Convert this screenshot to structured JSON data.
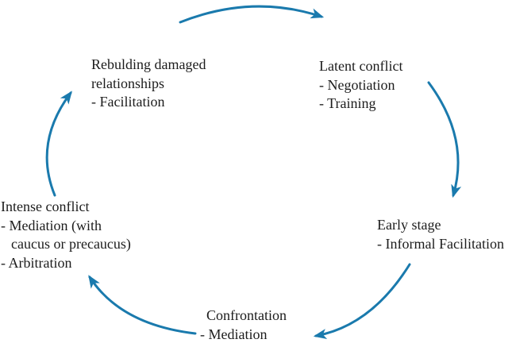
{
  "colors": {
    "arrow_blue": "#1a7aad",
    "text": "#1c1c1c",
    "background": "#ffffff"
  },
  "cycle": {
    "rebuilding": {
      "line1": "Rebulding damaged",
      "line2": "relationships",
      "line3": "- Facilitation"
    },
    "latent": {
      "line1": "Latent conflict",
      "line2": "- Negotiation",
      "line3": "- Training"
    },
    "early": {
      "line1": "Early stage",
      "line2": "- Informal Facilitation"
    },
    "confrontation": {
      "line1": "Confrontation",
      "line2": "- Mediation"
    },
    "intense": {
      "line1": "Intense conflict",
      "line2": "- Mediation (with",
      "line3": "caucus or precaucus)",
      "line4": "- Arbitration"
    }
  }
}
